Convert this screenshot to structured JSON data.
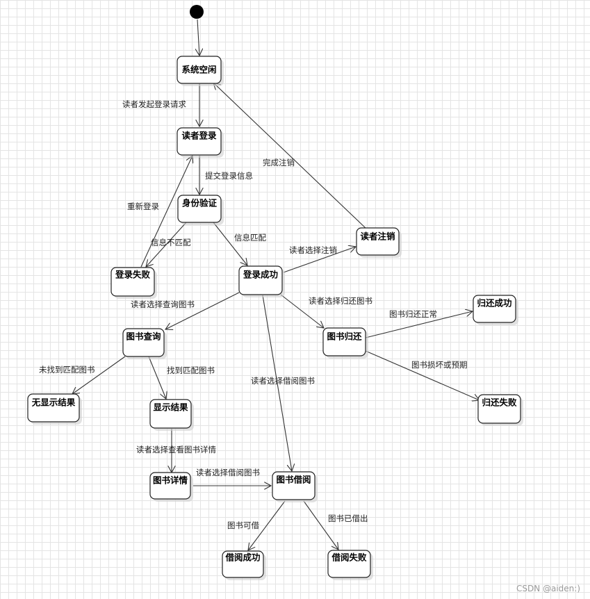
{
  "states": {
    "idle": "系统空闲",
    "login": "读者登录",
    "verify": "身份验证",
    "login_fail": "登录失败",
    "login_ok": "登录成功",
    "logout": "读者注销",
    "query": "图书查询",
    "return": "图书归还",
    "return_ok": "归还成功",
    "return_fail": "归还失败",
    "no_result": "无显示结果",
    "show_result": "显示结果",
    "detail": "图书详情",
    "borrow": "图书借阅",
    "borrow_ok": "借阅成功",
    "borrow_fail": "借阅失败"
  },
  "transitions": {
    "idle_login": "读者发起登录请求",
    "login_verify": "提交登录信息",
    "fail_login": "重新登录",
    "verify_fail": "信息不匹配",
    "verify_ok": "信息匹配",
    "ok_logout": "读者选择注销",
    "logout_idle": "完成注销",
    "ok_query": "读者选择查询图书",
    "ok_return": "读者选择归还图书",
    "return_ok": "图书归还正常",
    "return_fail": "图书损坏或预期",
    "query_none": "未找到匹配图书",
    "query_found": "找到匹配图书",
    "result_detail": "读者选择查看图书详情",
    "ok_borrow": "读者选择借阅图书",
    "detail_borrow": "读者选择借阅图书",
    "borrow_ok": "图书可借",
    "borrow_fail": "图书已借出"
  },
  "watermark": "CSDN @aiden:)"
}
